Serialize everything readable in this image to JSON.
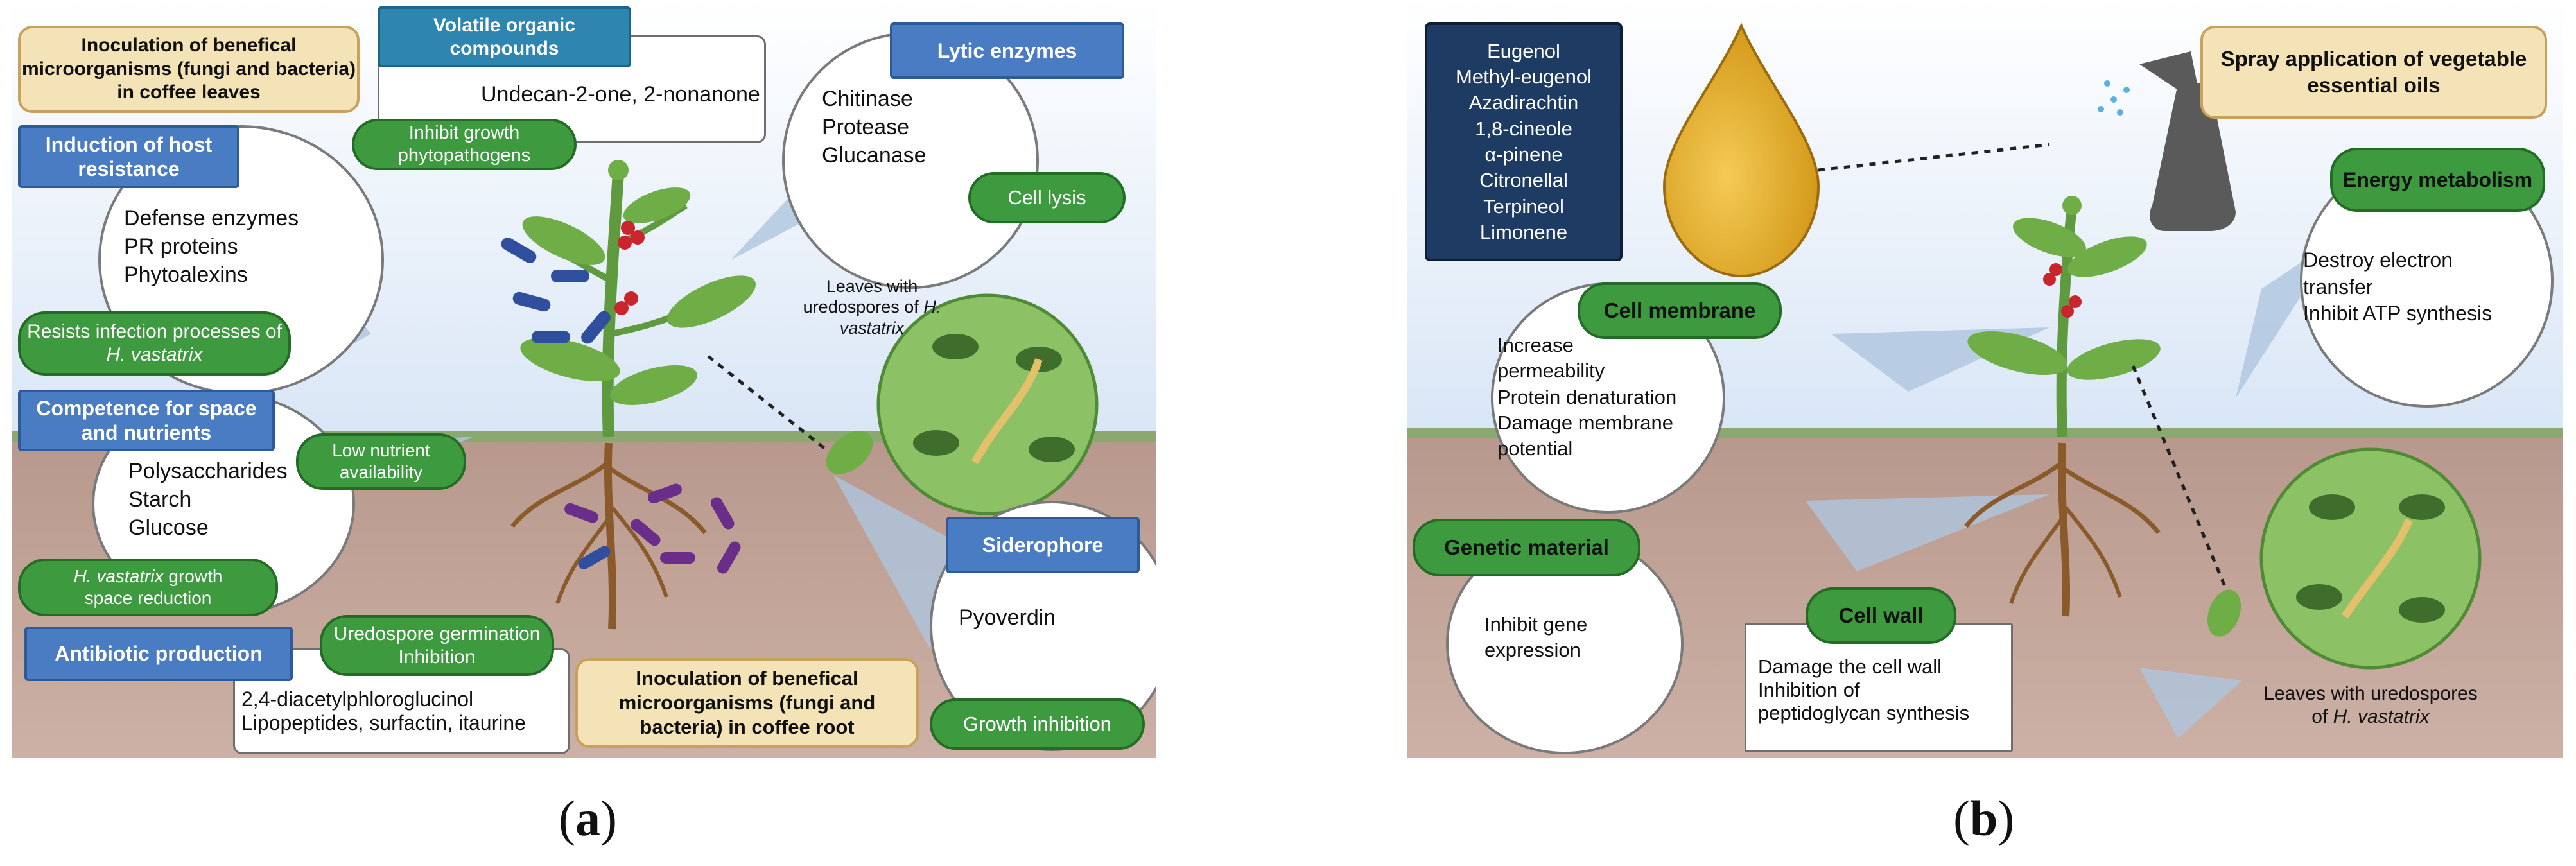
{
  "panel_a": {
    "beige_top": "Inoculation of benefical microorganisms (fungi and bacteria) in coffee leaves",
    "volatile_title": "Volatile organic compounds",
    "volatile_items": "Undecan-2-one, 2-nonanone",
    "inhibit_growth": "Inhibit growth phytopathogens",
    "lytic_title": "Lytic enzymes",
    "lytic_items": [
      "Chitinase",
      "Protease",
      "Glucanase"
    ],
    "cell_lysis": "Cell lysis",
    "induction_title": "Induction of host resistance",
    "induction_items": [
      "Defense enzymes",
      "PR proteins",
      "Phytoalexins"
    ],
    "resists_infection": "Resists infection processes of",
    "resists_species": "H. vastatrix",
    "leaves_label": "Leaves with uredospores of",
    "leaves_species": "H. vastatrix",
    "competence_title": "Competence for space and nutrients",
    "low_nutrient": "Low nutrient availability",
    "competence_items": [
      "Polysaccharides",
      "Starch",
      "Glucose"
    ],
    "growth_space_species": "H. vastatrix",
    "growth_space": "growth space reduction",
    "siderophore_title": "Siderophore",
    "pyoverdin": "Pyoverdin",
    "growth_inhibition": "Growth inhibition",
    "antibiotic_title": "Antibiotic production",
    "uredospore_inhibition": "Uredospore germination Inhibition",
    "antibiotic_items": [
      "2,4-diacetylphloroglucinol",
      "Lipopeptides, surfactin, itaurine"
    ],
    "beige_bottom": "Inoculation of benefical microorganisms (fungi and bacteria) in coffee root",
    "caption_letter": "a"
  },
  "panel_b": {
    "oils_list": [
      "Eugenol",
      "Methyl-eugenol",
      "Azadirachtin",
      "1,8-cineole",
      "α-pinene",
      "Citronellal",
      "Terpineol",
      "Limonene"
    ],
    "spray_title": "Spray application of vegetable essential oils",
    "energy_title": "Energy metabolism",
    "energy_items": [
      "Destroy electron",
      "transfer",
      "Inhibit ATP synthesis"
    ],
    "membrane_title": "Cell membrane",
    "membrane_items": [
      "Increase",
      "permeability",
      "Protein denaturation",
      "Damage membrane",
      "potential"
    ],
    "genetic_title": "Genetic material",
    "genetic_items": [
      "Inhibit gene",
      "expression"
    ],
    "cellwall_title": "Cell wall",
    "cellwall_items": [
      "Damage the cell wall",
      "Inhibition of",
      "peptidoglycan synthesis"
    ],
    "leaves_label": "Leaves with uredospores",
    "leaves_label_2": "of",
    "leaves_species": "H. vastatrix",
    "caption_letter": "b"
  },
  "colors": {
    "sky": "#dfe9f7",
    "soil": "#c6a99d",
    "ground_line": "#8aa86f",
    "green_label": "#3d9a3f",
    "blue_label": "#4a7cc4",
    "navy_label": "#1d3b63",
    "beige_label": "#f4e3b6"
  }
}
